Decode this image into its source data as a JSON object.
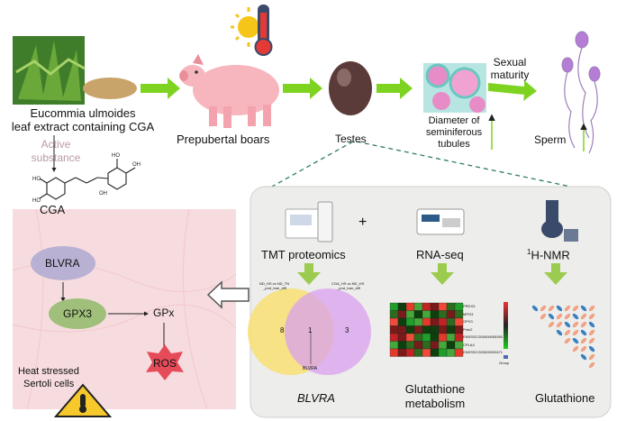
{
  "source": {
    "line1": "Eucommia ulmoides",
    "line2": "leaf extract containing CGA"
  },
  "active_substance": {
    "line1": "Active",
    "line2": "substance"
  },
  "compound": "CGA",
  "boars": "Prepubertal boars",
  "testes": "Testes",
  "tubules": {
    "line1": "Diameter of",
    "line2": "seminiferous",
    "line3": "tubules"
  },
  "maturity": {
    "line1": "Sexual",
    "line2": "maturity"
  },
  "sperm": "Sperm",
  "pathway": {
    "blvra": "BLVRA",
    "gpx3": "GPX3",
    "gpx": "GPx",
    "ros": "ROS",
    "cell_line1": "Heat stressed",
    "cell_line2": "Sertoli cells"
  },
  "omics": {
    "tmt": "TMT proteomics",
    "plus": "+",
    "rnaseq": "RNA-seq",
    "nmr_sup": "1",
    "nmr": "H-NMR"
  },
  "venn": {
    "left_title_1": "ND_HS vs ND_TN",
    "left_title_2": "_prot_tran_diff",
    "right_title_1": "CGA_HS vs ND_HS",
    "right_title_2": "_prot_tran_diff",
    "left_count": "8",
    "overlap_count": "1",
    "right_count": "3",
    "overlap_label": "BLVRA"
  },
  "heatmap": {
    "rows": [
      "PRDX3",
      "MPO3",
      "GPX3",
      "Prdx2",
      "ENSSSCG00000005393",
      "CPLA4",
      "ENSSSCG00000003471"
    ],
    "legend": "Group"
  },
  "results": {
    "blvra": "BLVRA",
    "gm1": "Glutathione",
    "gm2": "metabolism",
    "glutathione": "Glutathione"
  },
  "colors": {
    "arrow_green": "#7ed321",
    "panel_bg": "#ededeb",
    "cell_bg": "#f7dcdf",
    "dashed_line": "#2f7a68",
    "ros_red": "#e64b5a",
    "venn_yellow": "#f7e07a",
    "venn_purple": "#d9a0ef"
  }
}
